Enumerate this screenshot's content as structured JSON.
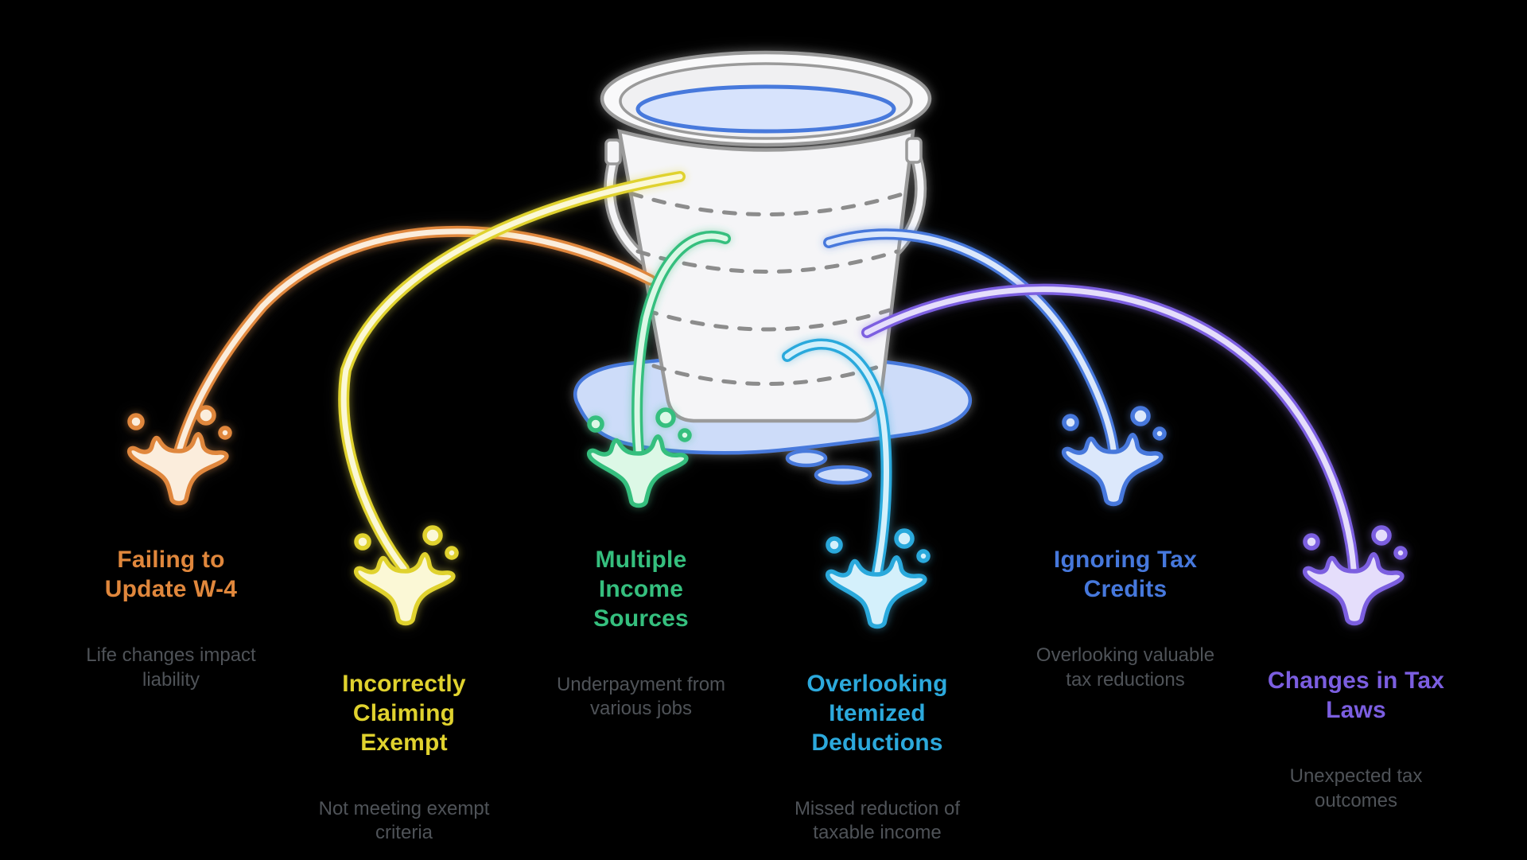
{
  "canvas": {
    "background": "#000000"
  },
  "bucket": {
    "body_fill": "#F5F5F7",
    "rim_fill": "#F9F9FA",
    "inner_fill": "#F0F0F2",
    "outline": "#9A9A9A",
    "water_fill": "#D7E3FC",
    "water_stroke": "#4779DC",
    "puddle_fill": "#CDDCF9",
    "puddle_stroke": "#4779DC",
    "dash_stroke": "#8C8C8C",
    "glow": "#FFFFFF"
  },
  "text_muted": "#4F5358",
  "mistakes": [
    {
      "id": "failing-to-update-w4",
      "title": "Failing to\nUpdate W-4",
      "subtitle": "Life changes impact\nliability",
      "color": "#E0873C",
      "pale": "#FBEDDC"
    },
    {
      "id": "incorrectly-claiming-exempt",
      "title": "Incorrectly\nClaiming\nExempt",
      "subtitle": "Not meeting exempt\ncriteria",
      "color": "#E0D22E",
      "pale": "#FBF8D6"
    },
    {
      "id": "multiple-income-sources",
      "title": "Multiple\nIncome\nSources",
      "subtitle": "Underpayment from\nvarious jobs",
      "color": "#35BF7E",
      "pale": "#DCF8E6"
    },
    {
      "id": "overlooking-itemized-deductions",
      "title": "Overlooking\nItemized\nDeductions",
      "subtitle": "Missed reduction of\ntaxable income",
      "color": "#2CA9DC",
      "pale": "#D4F0FB"
    },
    {
      "id": "ignoring-tax-credits",
      "title": "Ignoring Tax\nCredits",
      "subtitle": "Overlooking valuable\ntax reductions",
      "color": "#4678DC",
      "pale": "#DCE8FB"
    },
    {
      "id": "changes-in-tax-laws",
      "title": "Changes in Tax\nLaws",
      "subtitle": "Unexpected tax\noutcomes",
      "color": "#7B5EE0",
      "pale": "#E5DEFB"
    }
  ]
}
